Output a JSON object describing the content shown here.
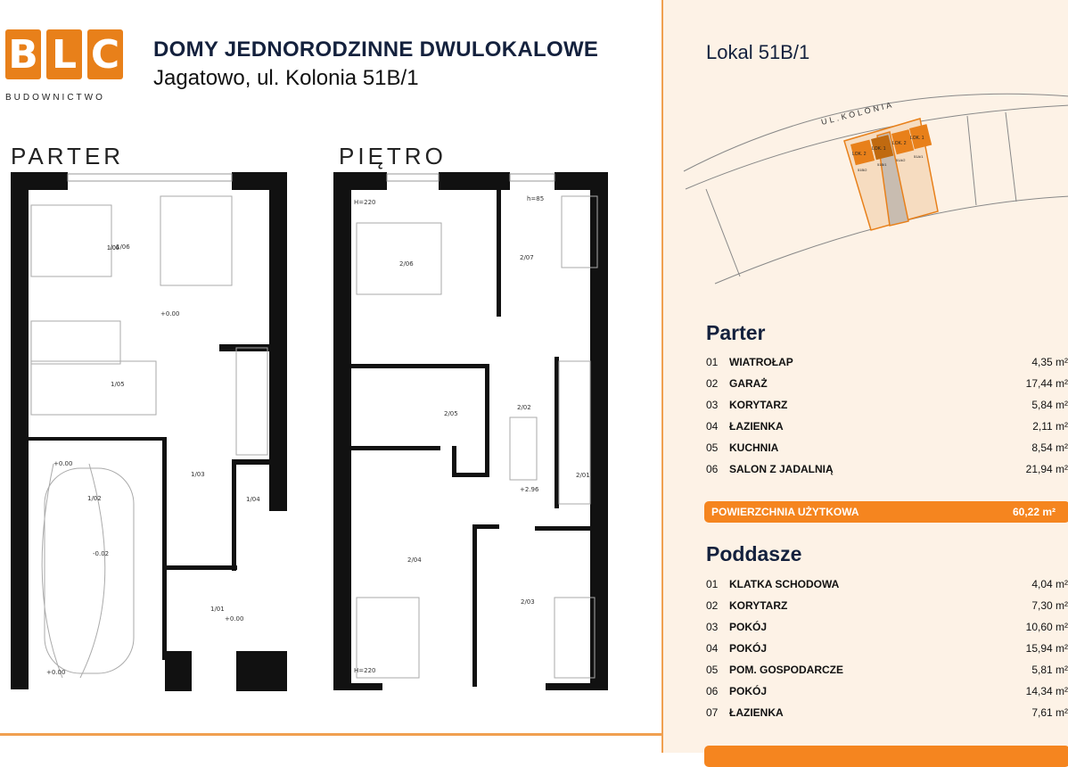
{
  "logo": {
    "letters": [
      "B",
      "L",
      "C"
    ],
    "sub": "BUDOWNICTWO"
  },
  "header": {
    "title": "DOMY JEDNORODZINNE DWULOKALOWE",
    "subtitle": "Jagatowo, ul. Kolonia 51B/1"
  },
  "plans": {
    "parter": {
      "title": "PARTER",
      "labels": [
        "1/06",
        "1/05",
        "1/03",
        "1/04",
        "1/02",
        "1/01",
        "+0.00",
        "+0.00",
        "-0.02",
        "+0.00",
        "+0.00"
      ]
    },
    "pietro": {
      "title": "PIĘTRO",
      "labels": [
        "2/06",
        "2/07",
        "2/05",
        "2/02",
        "2/01",
        "2/04",
        "2/03",
        "+2.96",
        "H=220",
        "H=220",
        "h=85"
      ]
    }
  },
  "panel": {
    "lokal": "Lokal 51B/1",
    "site": {
      "street": "UL.KOLONIA",
      "lots": [
        "LOK. 2",
        "LOK. 1",
        "LOK. 2",
        "LOK. 1"
      ],
      "numbers": [
        "51B/2",
        "51B/1",
        "51A/2",
        "51A/1"
      ]
    },
    "parter": {
      "title": "Parter",
      "rows": [
        {
          "n": "01",
          "name": "WIATROŁAP",
          "area": "4,35 m²"
        },
        {
          "n": "02",
          "name": "GARAŻ",
          "area": "17,44 m²"
        },
        {
          "n": "03",
          "name": "KORYTARZ",
          "area": "5,84 m²"
        },
        {
          "n": "04",
          "name": "ŁAZIENKA",
          "area": "2,11 m²"
        },
        {
          "n": "05",
          "name": "KUCHNIA",
          "area": "8,54 m²"
        },
        {
          "n": "06",
          "name": "SALON Z JADALNIĄ",
          "area": "21,94 m²"
        }
      ],
      "total_label": "POWIERZCHNIA UŻYTKOWA",
      "total": "60,22 m²"
    },
    "poddasze": {
      "title": "Poddasze",
      "rows": [
        {
          "n": "01",
          "name": "KLATKA SCHODOWA",
          "area": "4,04 m²"
        },
        {
          "n": "02",
          "name": "KORYTARZ",
          "area": "7,30 m²"
        },
        {
          "n": "03",
          "name": "POKÓJ",
          "area": "10,60 m²"
        },
        {
          "n": "04",
          "name": "POKÓJ",
          "area": "15,94 m²"
        },
        {
          "n": "05",
          "name": "POM. GOSPODARCZE",
          "area": "5,81 m²"
        },
        {
          "n": "06",
          "name": "POKÓJ",
          "area": "14,34 m²"
        },
        {
          "n": "07",
          "name": "ŁAZIENKA",
          "area": "7,61 m²"
        }
      ]
    }
  },
  "colors": {
    "accent": "#f5851f",
    "navy": "#14213d",
    "panel": "#fdf2e6"
  }
}
